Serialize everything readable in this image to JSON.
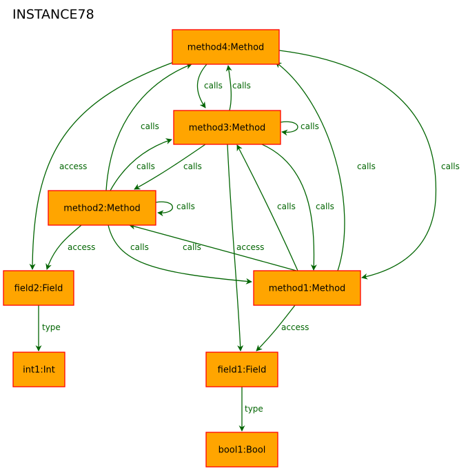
{
  "title": "INSTANCE78",
  "colors": {
    "node_fill": "#ffa500",
    "node_stroke": "#ff0000",
    "edge": "#006400"
  },
  "nodes": [
    {
      "id": "method4",
      "label": "method4:Method"
    },
    {
      "id": "method3",
      "label": "method3:Method"
    },
    {
      "id": "method2",
      "label": "method2:Method"
    },
    {
      "id": "field2",
      "label": "field2:Field"
    },
    {
      "id": "method1",
      "label": "method1:Method"
    },
    {
      "id": "int1",
      "label": "int1:Int"
    },
    {
      "id": "field1",
      "label": "field1:Field"
    },
    {
      "id": "bool1",
      "label": "bool1:Bool"
    }
  ],
  "edges": [
    {
      "id": "e1",
      "from": "method4",
      "to": "method3",
      "label": "calls"
    },
    {
      "id": "e2",
      "from": "method3",
      "to": "method4",
      "label": "calls"
    },
    {
      "id": "e3",
      "from": "method3",
      "to": "method3",
      "label": "calls"
    },
    {
      "id": "e4",
      "from": "method2",
      "to": "method4",
      "label": "calls"
    },
    {
      "id": "e5",
      "from": "method4",
      "to": "field2",
      "label": "access"
    },
    {
      "id": "e6",
      "from": "method2",
      "to": "method3",
      "label": "calls"
    },
    {
      "id": "e7",
      "from": "method3",
      "to": "method2",
      "label": "calls"
    },
    {
      "id": "e8",
      "from": "method1",
      "to": "method4",
      "label": "calls"
    },
    {
      "id": "e9",
      "from": "method4",
      "to": "method1",
      "label": "calls"
    },
    {
      "id": "e10",
      "from": "method2",
      "to": "method2",
      "label": "calls"
    },
    {
      "id": "e11",
      "from": "method1",
      "to": "method3",
      "label": "calls"
    },
    {
      "id": "e12",
      "from": "method3",
      "to": "method1",
      "label": "calls"
    },
    {
      "id": "e13",
      "from": "method2",
      "to": "field2",
      "label": "access"
    },
    {
      "id": "e14",
      "from": "method2",
      "to": "method1",
      "label": "calls"
    },
    {
      "id": "e15",
      "from": "method1",
      "to": "method2",
      "label": "calls"
    },
    {
      "id": "e16",
      "from": "method3",
      "to": "field1",
      "label": "access"
    },
    {
      "id": "e17",
      "from": "field2",
      "to": "int1",
      "label": "type"
    },
    {
      "id": "e18",
      "from": "method1",
      "to": "field1",
      "label": "access"
    },
    {
      "id": "e19",
      "from": "field1",
      "to": "bool1",
      "label": "type"
    }
  ]
}
